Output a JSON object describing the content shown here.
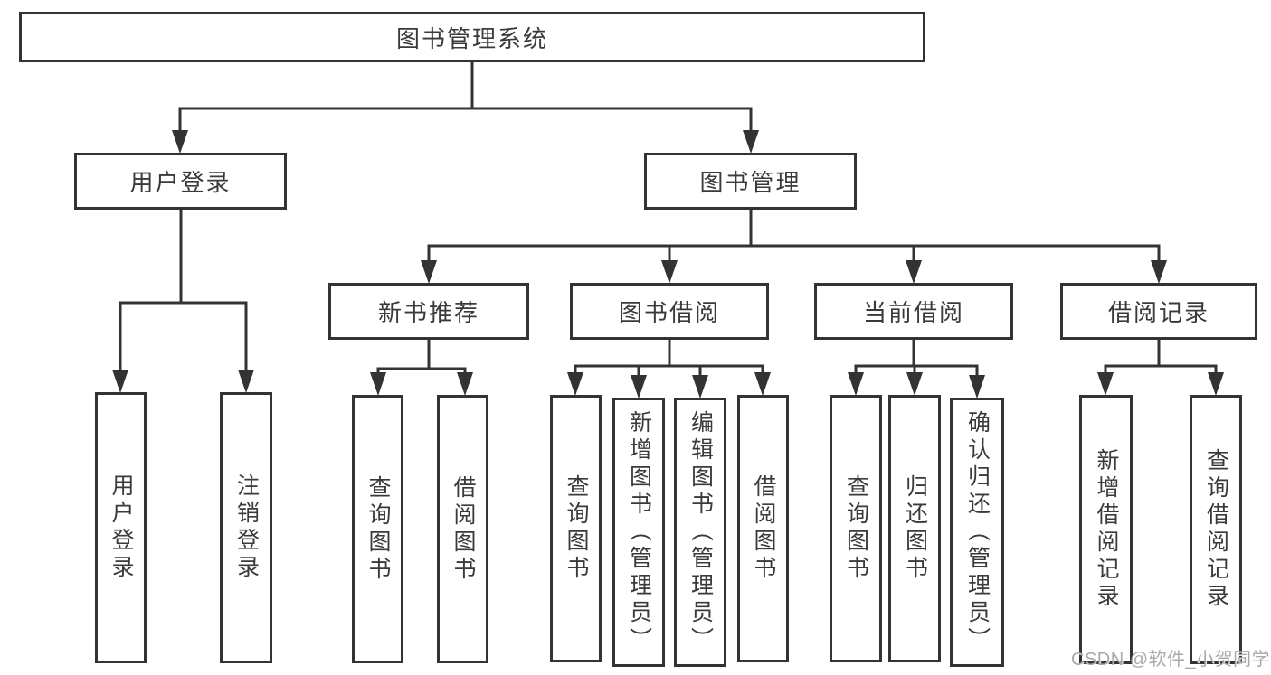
{
  "diagram": {
    "root": {
      "label": "图书管理系统"
    },
    "level2": [
      {
        "label": "用户登录"
      },
      {
        "label": "图书管理"
      }
    ],
    "level3": [
      {
        "label": "新书推荐"
      },
      {
        "label": "图书借阅"
      },
      {
        "label": "当前借阅"
      },
      {
        "label": "借阅记录"
      }
    ],
    "leaves": {
      "user_login": [
        "用户登录",
        "注销登录"
      ],
      "new_book_recommend": [
        "查询图书",
        "借阅图书"
      ],
      "book_borrow": [
        "查询图书",
        "新增图书（管理员）",
        "编辑图书（管理员）",
        "借阅图书"
      ],
      "current_borrow": [
        "查询图书",
        "归还图书",
        "确认归还（管理员）"
      ],
      "borrow_records": [
        "新增借阅记录",
        "查询借阅记录"
      ]
    }
  },
  "watermark": {
    "text": "CSDN @软件_小贺同学",
    "color": "#a9a9a9"
  },
  "colors": {
    "line": "#333333",
    "box_border": "#333333",
    "text": "#3a3a3a",
    "background": "#ffffff"
  }
}
